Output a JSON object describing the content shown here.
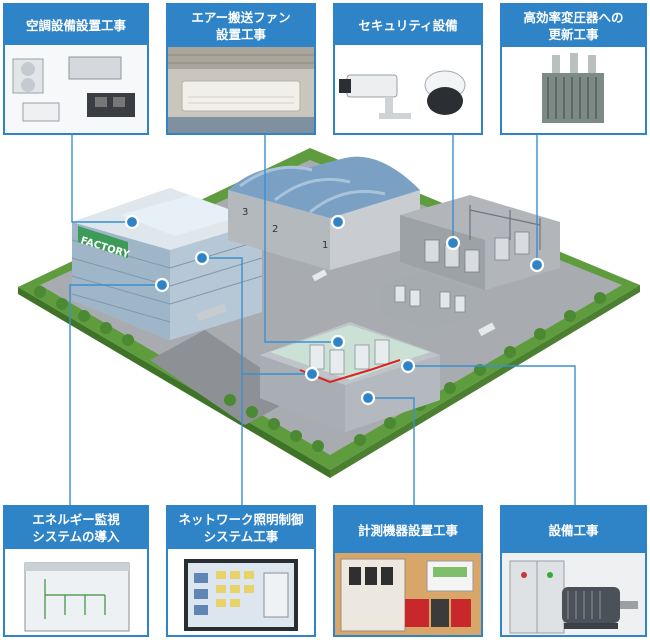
{
  "top_cards": [
    {
      "id": "hvac",
      "title": "空調設備設置工事",
      "icon": "air-conditioner-units-photo"
    },
    {
      "id": "fan",
      "title": "エアー搬送ファン\n設置工事",
      "icon": "ceiling-fan-unit-photo"
    },
    {
      "id": "security",
      "title": "セキュリティ設備",
      "icon": "security-camera-photo"
    },
    {
      "id": "transformer",
      "title": "高効率変圧器への\n更新工事",
      "icon": "transformer-photo"
    }
  ],
  "bottom_cards": [
    {
      "id": "energy",
      "title": "エネルギー監視\nシステムの導入",
      "icon": "monitoring-screen-photo"
    },
    {
      "id": "lighting",
      "title": "ネットワーク照明制御\nシステム工事",
      "icon": "lighting-control-screen-photo"
    },
    {
      "id": "measure",
      "title": "計測機器設置工事",
      "icon": "measuring-instruments-photo"
    },
    {
      "id": "equipment",
      "title": "設備工事",
      "icon": "electric-motor-photo"
    }
  ],
  "scene": {
    "factory_sign": "FACTORY",
    "building_numbers": [
      "1",
      "2",
      "3"
    ]
  },
  "colors": {
    "accent": "#2f84c8",
    "ground": "#9ea3a8",
    "grass": "#5f9c3e",
    "roof": "#7aa0c4"
  }
}
